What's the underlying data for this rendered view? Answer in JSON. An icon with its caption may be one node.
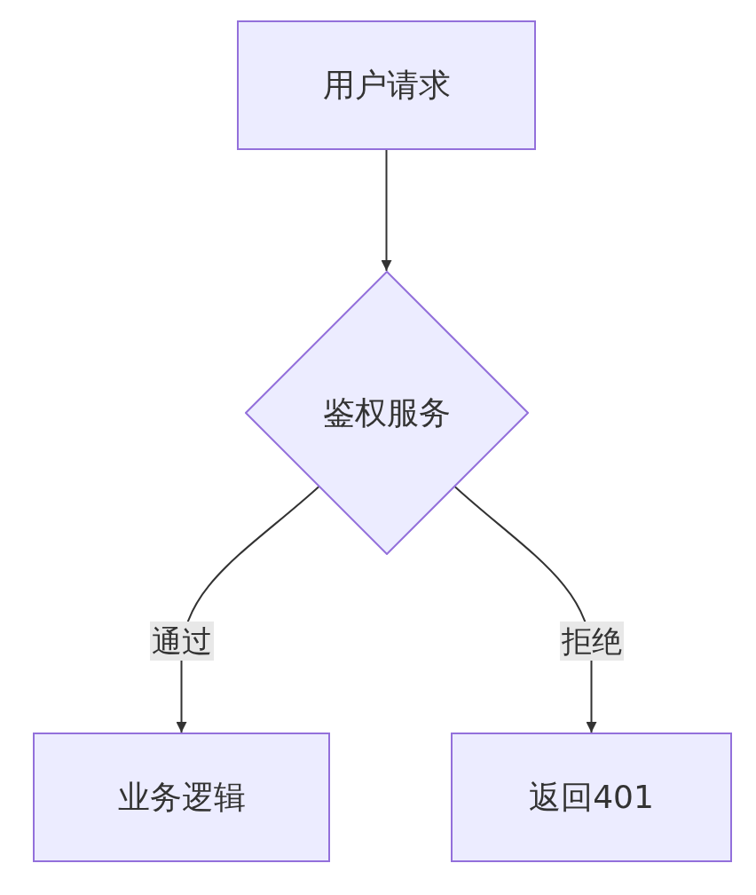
{
  "diagram": {
    "nodes": [
      {
        "text": [
          "用户请求"
        ]
      },
      {
        "text": [
          "鉴权服务"
        ]
      },
      {
        "text": [
          "业务逻辑"
        ]
      },
      {
        "text": [
          "返回401"
        ]
      }
    ],
    "edges": [
      {
        "from": 0,
        "to": 1,
        "arrow": "to"
      },
      {
        "from": 1,
        "to": 2,
        "arrow": "to",
        "label": "通过"
      },
      {
        "from": 1,
        "to": 3,
        "arrow": "to",
        "label": "拒绝"
      }
    ]
  }
}
